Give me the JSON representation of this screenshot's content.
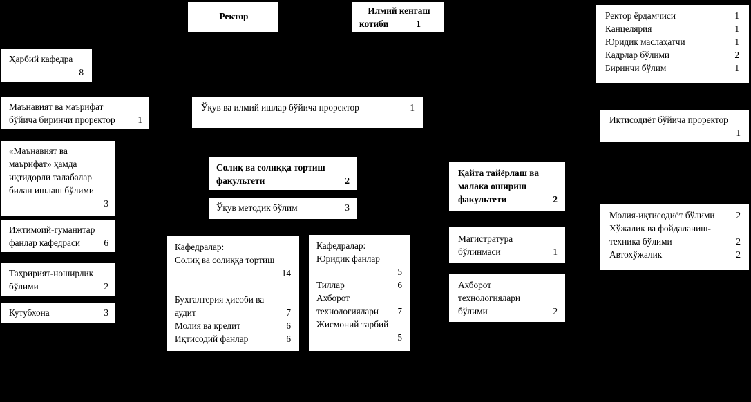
{
  "diagram": {
    "title": "University organizational structure chart",
    "background_color": "#000000",
    "box_color": "#ffffff",
    "text_color": "#000000"
  },
  "boxes": {
    "rector": {
      "label": "Ректор"
    },
    "scientific_council_secretary": {
      "line1": "Илмий кенгаш",
      "line2_label": "котиби",
      "line2_num": "1"
    },
    "rector_staff": {
      "items": [
        {
          "label": "Ректор ёрдамчиси",
          "num": "1"
        },
        {
          "label": "Канцелярия",
          "num": "1"
        },
        {
          "label": "Юридик маслаҳатчи",
          "num": "1"
        },
        {
          "label": "Кадрлар бўлими",
          "num": "2"
        },
        {
          "label": "Биринчи бўлим",
          "num": "1"
        }
      ]
    },
    "military_department": {
      "line1": "Ҳарбий кафедра",
      "num": "8"
    },
    "first_prorector_spirituality": {
      "line1": "Маънавият ва маърифат",
      "line2_label": "бўйича биринчи проректор",
      "line2_num": "1"
    },
    "spirituality_unit": {
      "lines": [
        "«Маънавият ва",
        "маърифат» ҳамда",
        "иқтидорли талабалар",
        "билан ишлаш бўлими"
      ],
      "num": "3"
    },
    "social_humanities_dept": {
      "line1": "Ижтимоий-гуманитар",
      "line2_label": "фанлар кафедраси",
      "line2_num": "6"
    },
    "editorial_publishing": {
      "line1": "Таҳририят-ноширлик",
      "line2_label": "бўлими",
      "line2_num": "2"
    },
    "library": {
      "label": "Кутубхона",
      "num": "3"
    },
    "prorector_academic": {
      "label": "Ўқув ва илмий ишлар бўйича проректор",
      "num": "1"
    },
    "tax_faculty": {
      "line1": "Солиқ ва солиққа тортиш",
      "line2_label": "факультети",
      "line2_num": "2"
    },
    "methodical_unit": {
      "label": "Ўқув методик бўлим",
      "num": "3"
    },
    "departments_left": {
      "header": "Кафедралар:",
      "entries": [
        {
          "lines": [
            "Солиқ ва солиққа тортиш"
          ],
          "num": "14",
          "num_own_line": true,
          "gap_after": true
        },
        {
          "lines": [
            "Бухгалтерия ҳисоби ва",
            "аудит"
          ],
          "num": "7",
          "num_own_line": false
        },
        {
          "lines": [
            "Молия ва кредит"
          ],
          "num": "6",
          "num_own_line": false
        },
        {
          "lines": [
            "Иқтисодий фанлар"
          ],
          "num": "6",
          "num_own_line": false
        }
      ]
    },
    "departments_right": {
      "header": "Кафедралар:",
      "entries": [
        {
          "lines": [
            "Юридик фанлар"
          ],
          "num": "5",
          "num_own_line": true,
          "gap_after": true
        },
        {
          "lines": [
            "Тиллар"
          ],
          "num": "6",
          "num_own_line": false
        },
        {
          "lines": [
            "Ахборот",
            "технологиялари"
          ],
          "num": "7",
          "num_own_line": false
        },
        {
          "lines": [
            "Жисмоний тарбий"
          ],
          "num": "5",
          "num_own_line": true
        }
      ]
    },
    "retraining_faculty": {
      "line1": "Қайта тайёрлаш ва",
      "line2": "малака ошириш",
      "line3_label": "факультети",
      "line3_num": "2"
    },
    "magistracy_unit": {
      "line1": "Магистратура",
      "line2_label": "бўлинмаси",
      "line2_num": "1"
    },
    "it_unit": {
      "line1": "Ахборот",
      "line2": "технологиялари",
      "line3_label": "бўлими",
      "line3_num": "2"
    },
    "prorector_economy": {
      "label": "Иқтисодиёт бўйича проректор",
      "num": "1"
    },
    "economy_units": {
      "items": [
        {
          "label": "Молия-иқтисодиёт бўлими",
          "num": "2",
          "tight": true
        },
        {
          "lines": [
            "Хўжалик ва фойдаланиш-",
            "техника бўлими"
          ],
          "num": "2"
        },
        {
          "label": "Автохўжалик",
          "num": "2"
        }
      ]
    }
  }
}
